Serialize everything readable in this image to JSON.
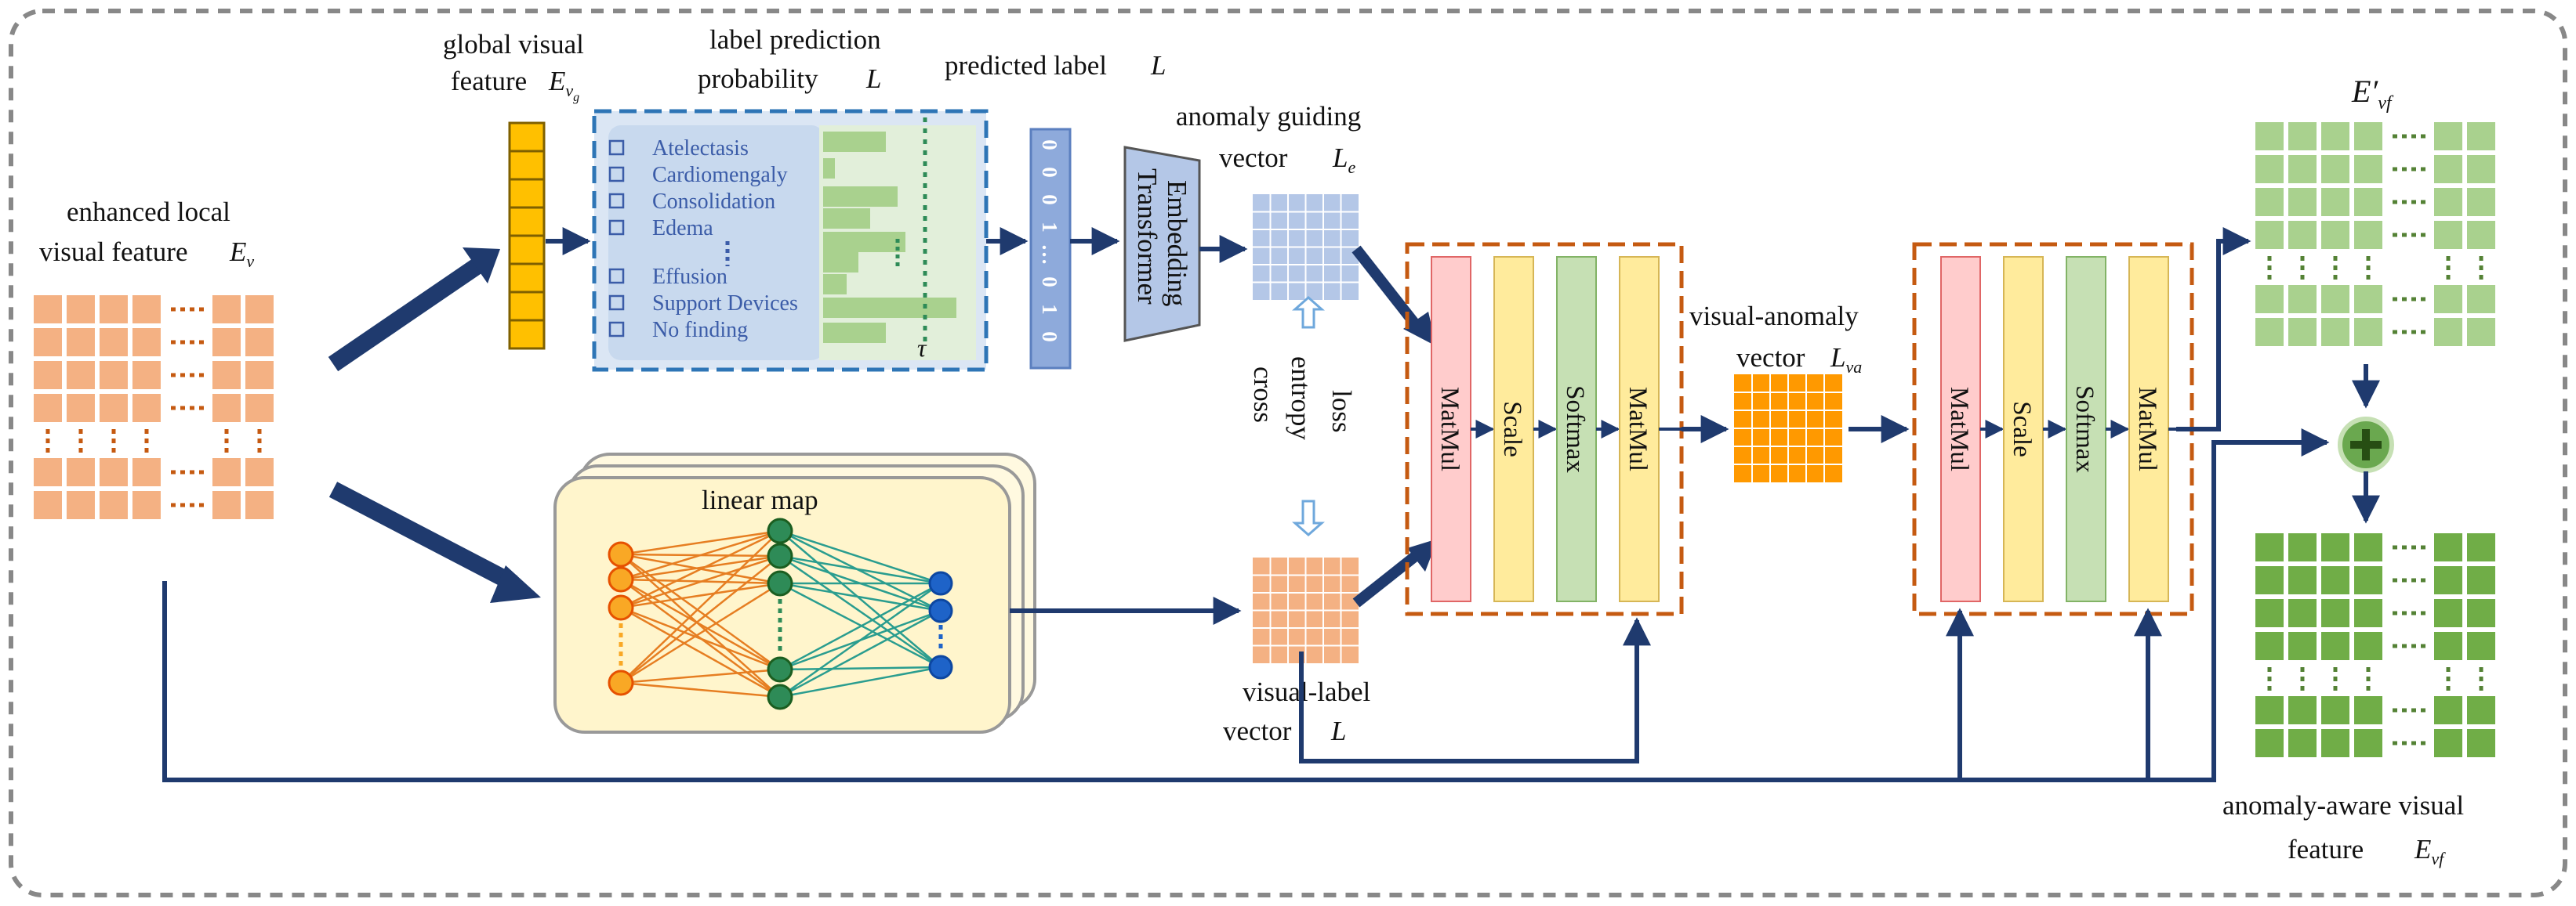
{
  "labels": {
    "enhanced_local_1": "enhanced local",
    "enhanced_local_2": "visual feature",
    "enhanced_local_sym": "E",
    "enhanced_local_sub": "v",
    "global_visual_1": "global visual",
    "global_visual_2": "feature",
    "global_visual_sym": "E",
    "global_visual_sub": "v",
    "global_visual_subsub": "g",
    "label_pred_1": "label prediction",
    "label_pred_2": "probability",
    "label_pred_sym": "L",
    "predicted_label": "predicted label",
    "predicted_label_sym": "L",
    "anomaly_guiding_1": "anomaly guiding",
    "anomaly_guiding_2": "vector",
    "anomaly_guiding_sym": "L",
    "anomaly_guiding_sub": "e",
    "embedding_transformer_1": "Embedding",
    "embedding_transformer_2": "Transformer",
    "cross_entropy_1": "cross",
    "cross_entropy_2": "entropy",
    "cross_entropy_3": "loss",
    "linear_map": "linear map",
    "visual_label_1": "visual-label",
    "visual_label_2": "vector",
    "visual_label_sym": "L",
    "visual_anomaly_1": "visual-anomaly",
    "visual_anomaly_2": "vector",
    "visual_anomaly_sym": "L",
    "visual_anomaly_sub": "va",
    "evf_prime_sym": "E′",
    "evf_prime_sub": "vf",
    "anomaly_aware_1": "anomaly-aware visual",
    "anomaly_aware_2": "feature",
    "anomaly_aware_sym": "E",
    "anomaly_aware_sub": "vf",
    "tau": "τ"
  },
  "diseases": [
    "Atelectasis",
    "Cardiomengaly",
    "Consolidation",
    "Edema",
    "Effusion",
    "Support Devices",
    "No finding"
  ],
  "binary_vector": [
    "0",
    "0",
    "0",
    "1",
    "…",
    "0",
    "1",
    "0"
  ],
  "attention_block_1": [
    "MatMul",
    "Scale",
    "Softmax",
    "MatMul"
  ],
  "attention_block_2": [
    "MatMul",
    "Scale",
    "Softmax",
    "MatMul"
  ],
  "colors": {
    "arrow": "#1f3a6e",
    "local_feature": "#f4b183",
    "global_feature": "#ffc000",
    "binary_vector": "#8eaadb",
    "guiding_vector": "#b4c7e7",
    "va_vector": "#ff9900",
    "matmul": "#ffcccc",
    "scale": "#ffeb9c",
    "softmax": "#c6e0b4",
    "evf_prime": "#a9d18e",
    "evf": "#70ad47",
    "dashed_orange": "#c55a11",
    "dashed_blue": "#2e75b6"
  }
}
